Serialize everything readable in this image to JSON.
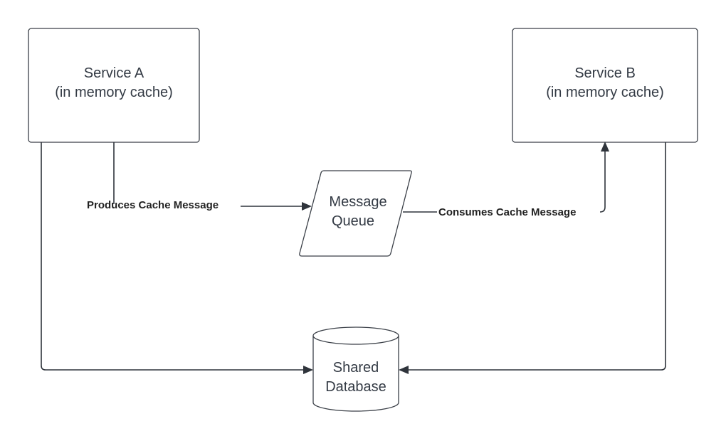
{
  "nodes": {
    "service_a": {
      "line1": "Service A",
      "line2": "(in memory cache)"
    },
    "service_b": {
      "line1": "Service B",
      "line2": "(in memory cache)"
    },
    "queue": {
      "line1": "Message",
      "line2": "Queue"
    },
    "database": {
      "line1": "Shared",
      "line2": "Database"
    }
  },
  "edges": {
    "produces": "Produces Cache Message",
    "consumes": "Consumes Cache Message"
  },
  "colors": {
    "stroke": "#3a3f47",
    "text": "#333a44",
    "label": "#222222"
  }
}
